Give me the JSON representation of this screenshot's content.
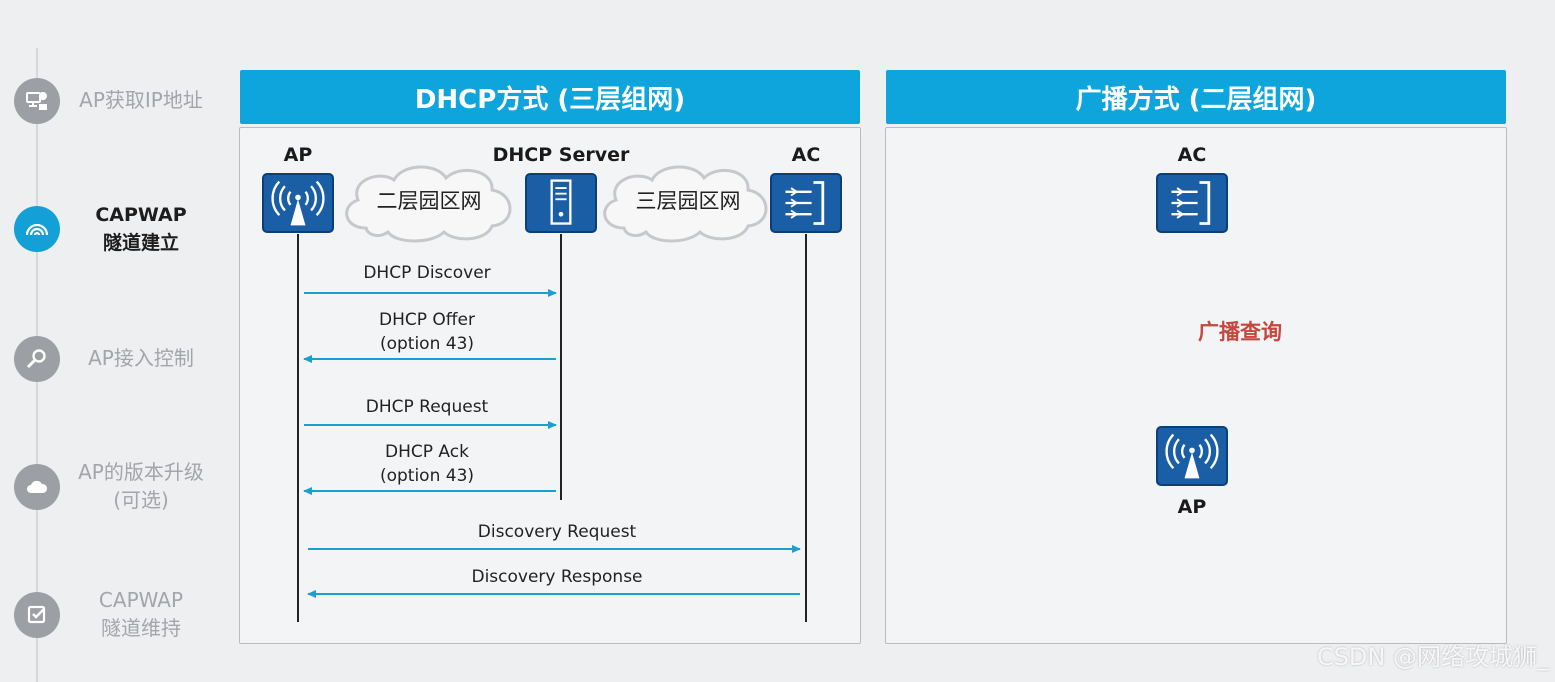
{
  "sidebar": {
    "steps": [
      {
        "label_lines": [
          "AP获取IP地址"
        ],
        "icon": "network-monitor-icon",
        "active": false
      },
      {
        "label_lines": [
          "CAPWAP",
          "隧道建立"
        ],
        "icon": "rainbow-tunnel-icon",
        "active": true
      },
      {
        "label_lines": [
          "AP接入控制"
        ],
        "icon": "key-search-icon",
        "active": false
      },
      {
        "label_lines": [
          "AP的版本升级",
          "(可选)"
        ],
        "icon": "cloud-upgrade-icon",
        "active": false
      },
      {
        "label_lines": [
          "CAPWAP",
          "隧道维持"
        ],
        "icon": "checkbox-icon",
        "active": false
      }
    ]
  },
  "dhcp_panel": {
    "title": "DHCP方式 (三层组网)",
    "nodes": {
      "ap": "AP",
      "server": "DHCP Server",
      "ac": "AC"
    },
    "clouds": [
      "二层园区网",
      "三层园区网"
    ],
    "messages": [
      {
        "lines": [
          "DHCP Discover"
        ],
        "direction": "ap-to-server"
      },
      {
        "lines": [
          "DHCP Offer",
          "(option 43)"
        ],
        "direction": "server-to-ap"
      },
      {
        "lines": [
          "DHCP Request"
        ],
        "direction": "ap-to-server"
      },
      {
        "lines": [
          "DHCP Ack",
          "(option 43)"
        ],
        "direction": "server-to-ap"
      },
      {
        "lines": [
          "Discovery Request"
        ],
        "direction": "ap-to-ac"
      },
      {
        "lines": [
          "Discovery Response"
        ],
        "direction": "ac-to-ap"
      }
    ]
  },
  "broadcast_panel": {
    "title": "广播方式 (二层组网)",
    "nodes": {
      "ac": "AC",
      "ap": "AP"
    },
    "query_label": "广播查询"
  },
  "colors": {
    "header_blue": "#0ea5dc",
    "device_blue": "#1a5fa6",
    "arrow_blue": "#1a9fd0",
    "query_red": "#c5473e",
    "inactive_gray": "#9c9fa3"
  },
  "watermark": "CSDN @网络攻城狮_"
}
